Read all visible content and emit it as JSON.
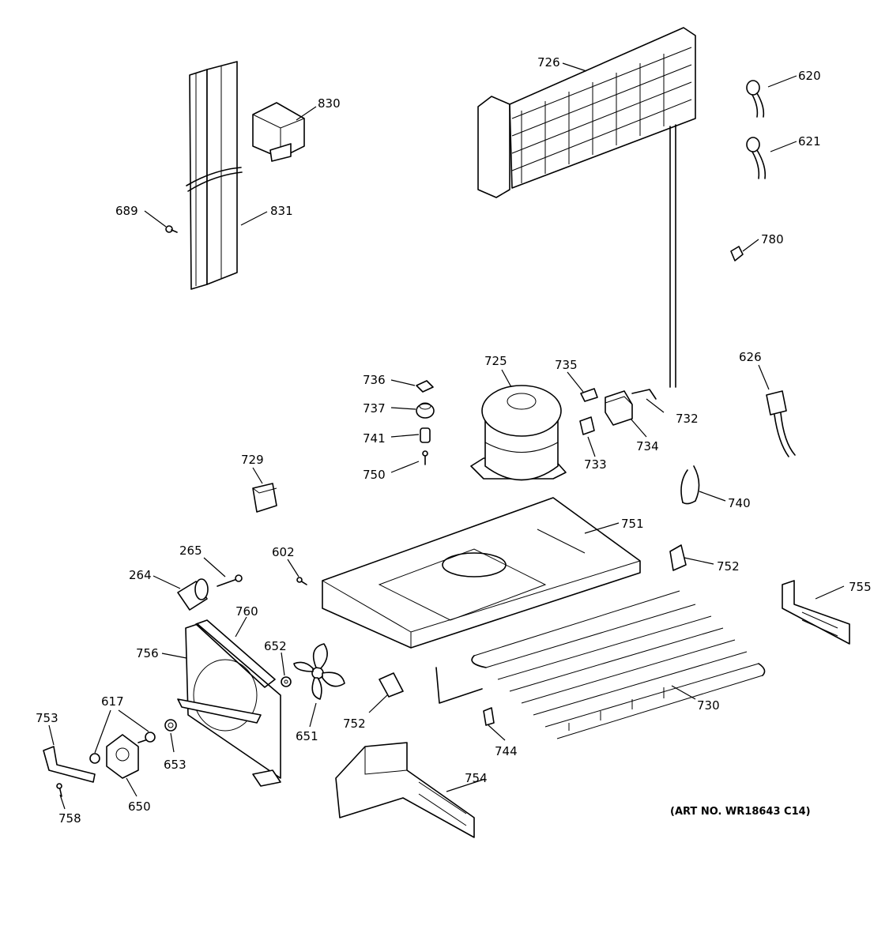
{
  "callouts": {
    "c264": "264",
    "c265": "265",
    "c602": "602",
    "c617": "617",
    "c620": "620",
    "c621": "621",
    "c626": "626",
    "c650": "650",
    "c651": "651",
    "c652": "652",
    "c653": "653",
    "c689": "689",
    "c725": "725",
    "c726": "726",
    "c729": "729",
    "c730": "730",
    "c732": "732",
    "c733": "733",
    "c734": "734",
    "c735": "735",
    "c736": "736",
    "c737": "737",
    "c740": "740",
    "c741": "741",
    "c744": "744",
    "c750": "750",
    "c751": "751",
    "c752a": "752",
    "c752b": "752",
    "c753": "753",
    "c754": "754",
    "c755": "755",
    "c756": "756",
    "c758": "758",
    "c760": "760",
    "c780": "780",
    "c830": "830",
    "c831": "831"
  },
  "art_number": "(ART NO. WR18643 C14)"
}
